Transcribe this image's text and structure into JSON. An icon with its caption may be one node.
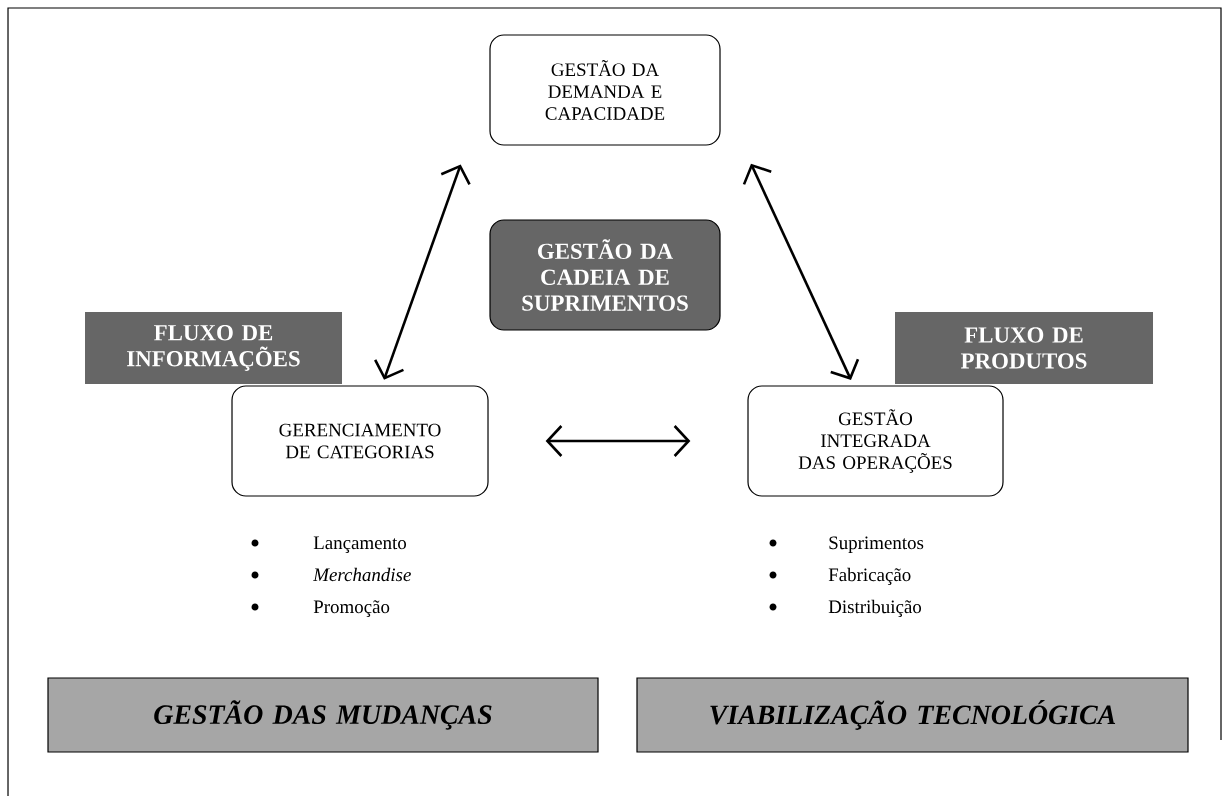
{
  "diagram": {
    "nodes": [
      {
        "text": [
          "GESTÃO DA DEMANDA E CAPACIDADE"
        ]
      },
      {
        "text": [
          "GESTÃO DA CADEIA DE SUPRIMENTOS"
        ]
      },
      {
        "text": [
          "FLUXO DE INFORMAÇÕES"
        ]
      },
      {
        "text": [
          "FLUXO DE PRODUTOS"
        ]
      },
      {
        "text": [
          "GERENCIAMENTO DE CATEGORIAS"
        ],
        "beside": [
          "Lançamento",
          "*Merchandise*",
          "Promoção"
        ]
      },
      {
        "text": [
          "GESTÃO INTEGRADA DAS OPERAÇÕES"
        ],
        "beside": [
          "Suprimentos",
          "Fabricação",
          "Distribuição"
        ]
      },
      {
        "text": [
          "GESTÃO DAS MUDANÇAS"
        ]
      },
      {
        "text": [
          "VIABILIZAÇÃO TECNOLÓGICA"
        ]
      }
    ],
    "edges": [
      {
        "from": 4,
        "to": 0,
        "arrow": "both"
      },
      {
        "from": 0,
        "to": 5,
        "arrow": "both"
      },
      {
        "from": 4,
        "to": 5,
        "arrow": "both"
      }
    ]
  }
}
